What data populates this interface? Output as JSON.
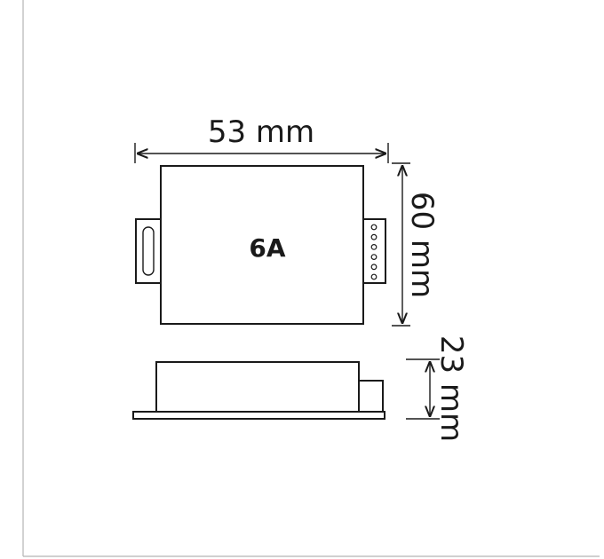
{
  "dimensions": {
    "width": "53 mm",
    "length": "60 mm",
    "height": "23 mm"
  },
  "device": {
    "label": "6A",
    "connector_pins": 6
  },
  "colors": {
    "line": "#1a1a1a",
    "frame": "#b5b5b5",
    "background": "#ffffff"
  }
}
